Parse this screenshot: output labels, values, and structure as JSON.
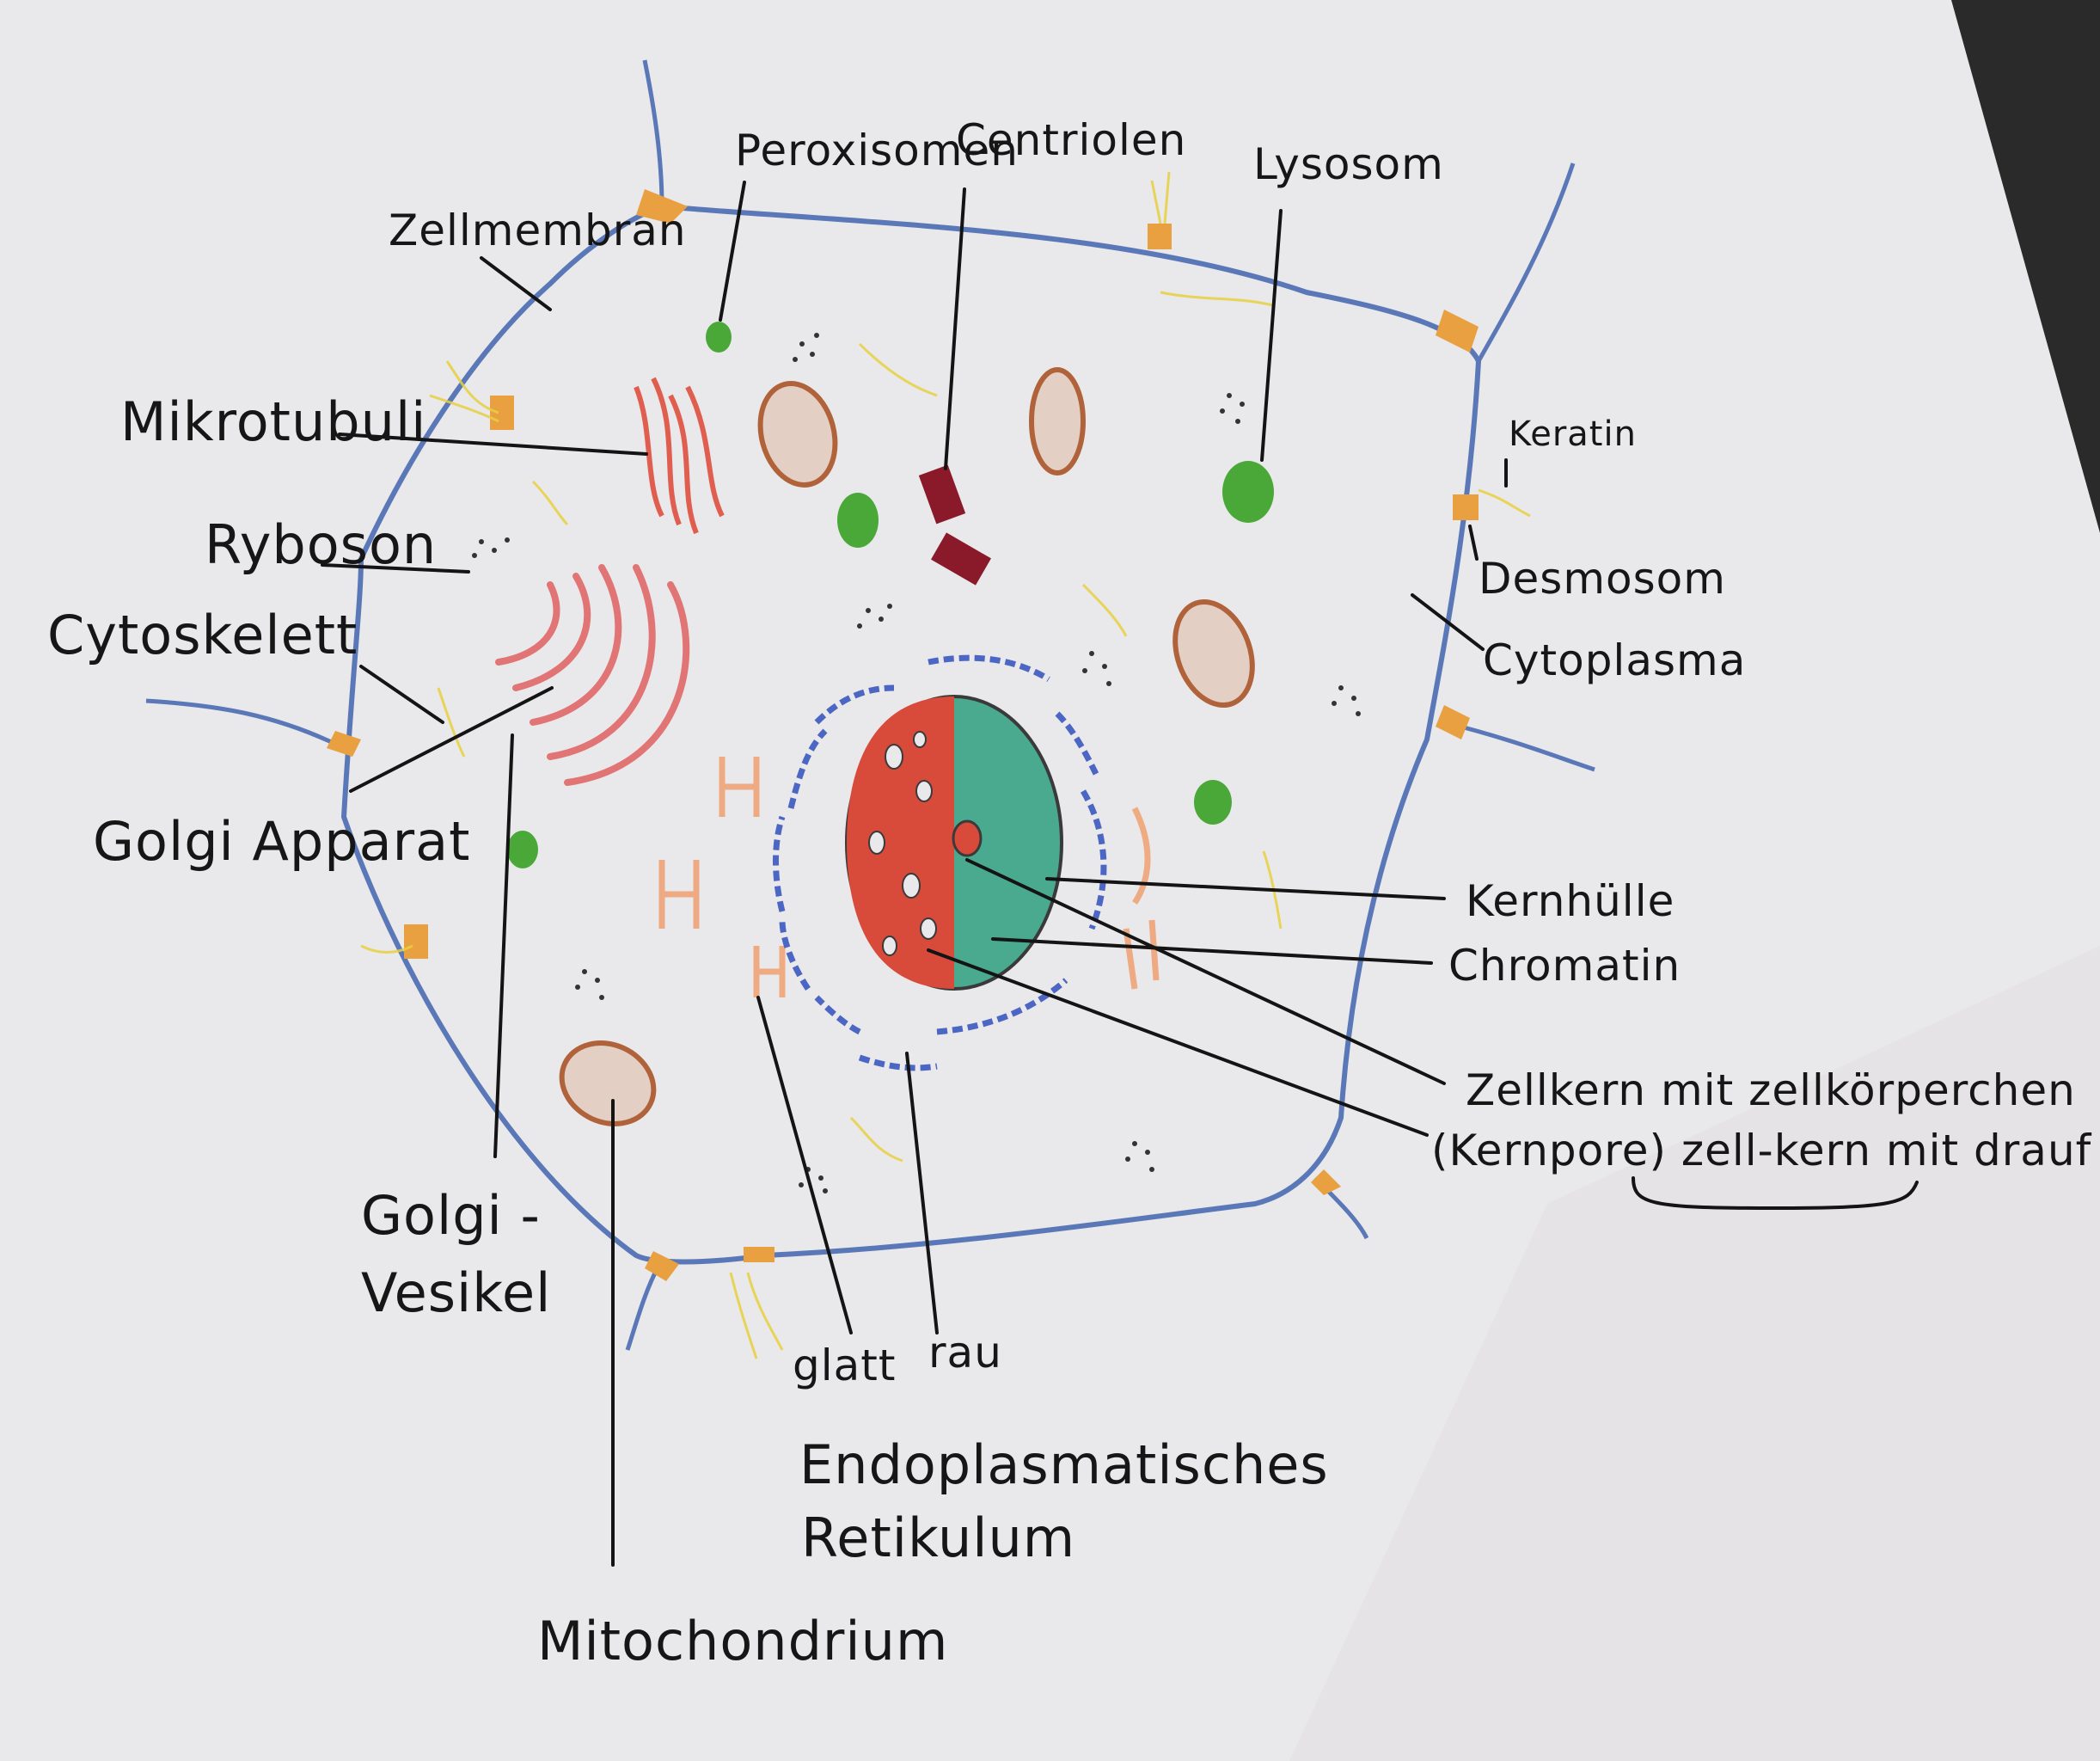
{
  "labels": {
    "zellmembran": "Zellmembran",
    "peroxisomen": "Peroxisomen",
    "centriolen": "Centriolen",
    "lysosom": "Lysosom",
    "mikrotubuli": "Mikrotubuli",
    "keratin": "Keratin",
    "ryboson": "Ryboson",
    "desmosom": "Desmosom",
    "cytoskelett": "Cytoskelett",
    "cytoplasma": "Cytoplasma",
    "golgi_apparat": "Golgi Apparat",
    "kernhuelle": "Kernhülle",
    "chromatin": "Chromatin",
    "zellkern": "Zellkern mit zellkörperchen",
    "kernpore": "(Kernpore) zell-kern mit drauf",
    "golgi_vesikel_1": "Golgi -",
    "golgi_vesikel_2": "Vesikel",
    "glatt": "glatt",
    "rau": "rau",
    "er_1": "Endoplasmatisches",
    "er_2": "Retikulum",
    "mitochondrium": "Mitochondrium"
  },
  "colors": {
    "paper": "#e9e8ea",
    "membrane": "#5a78b8",
    "desmosome": "#e8a040",
    "mitochondrion": "#b0633a",
    "lysosome": "#4aa838",
    "golgi": "#e06060",
    "nucleolus_red": "#d84a3a",
    "chromatin_teal": "#4aaa90",
    "rough_er": "#3c58c0",
    "smooth_er": "#f0a070",
    "keratin": "#e8d040"
  }
}
